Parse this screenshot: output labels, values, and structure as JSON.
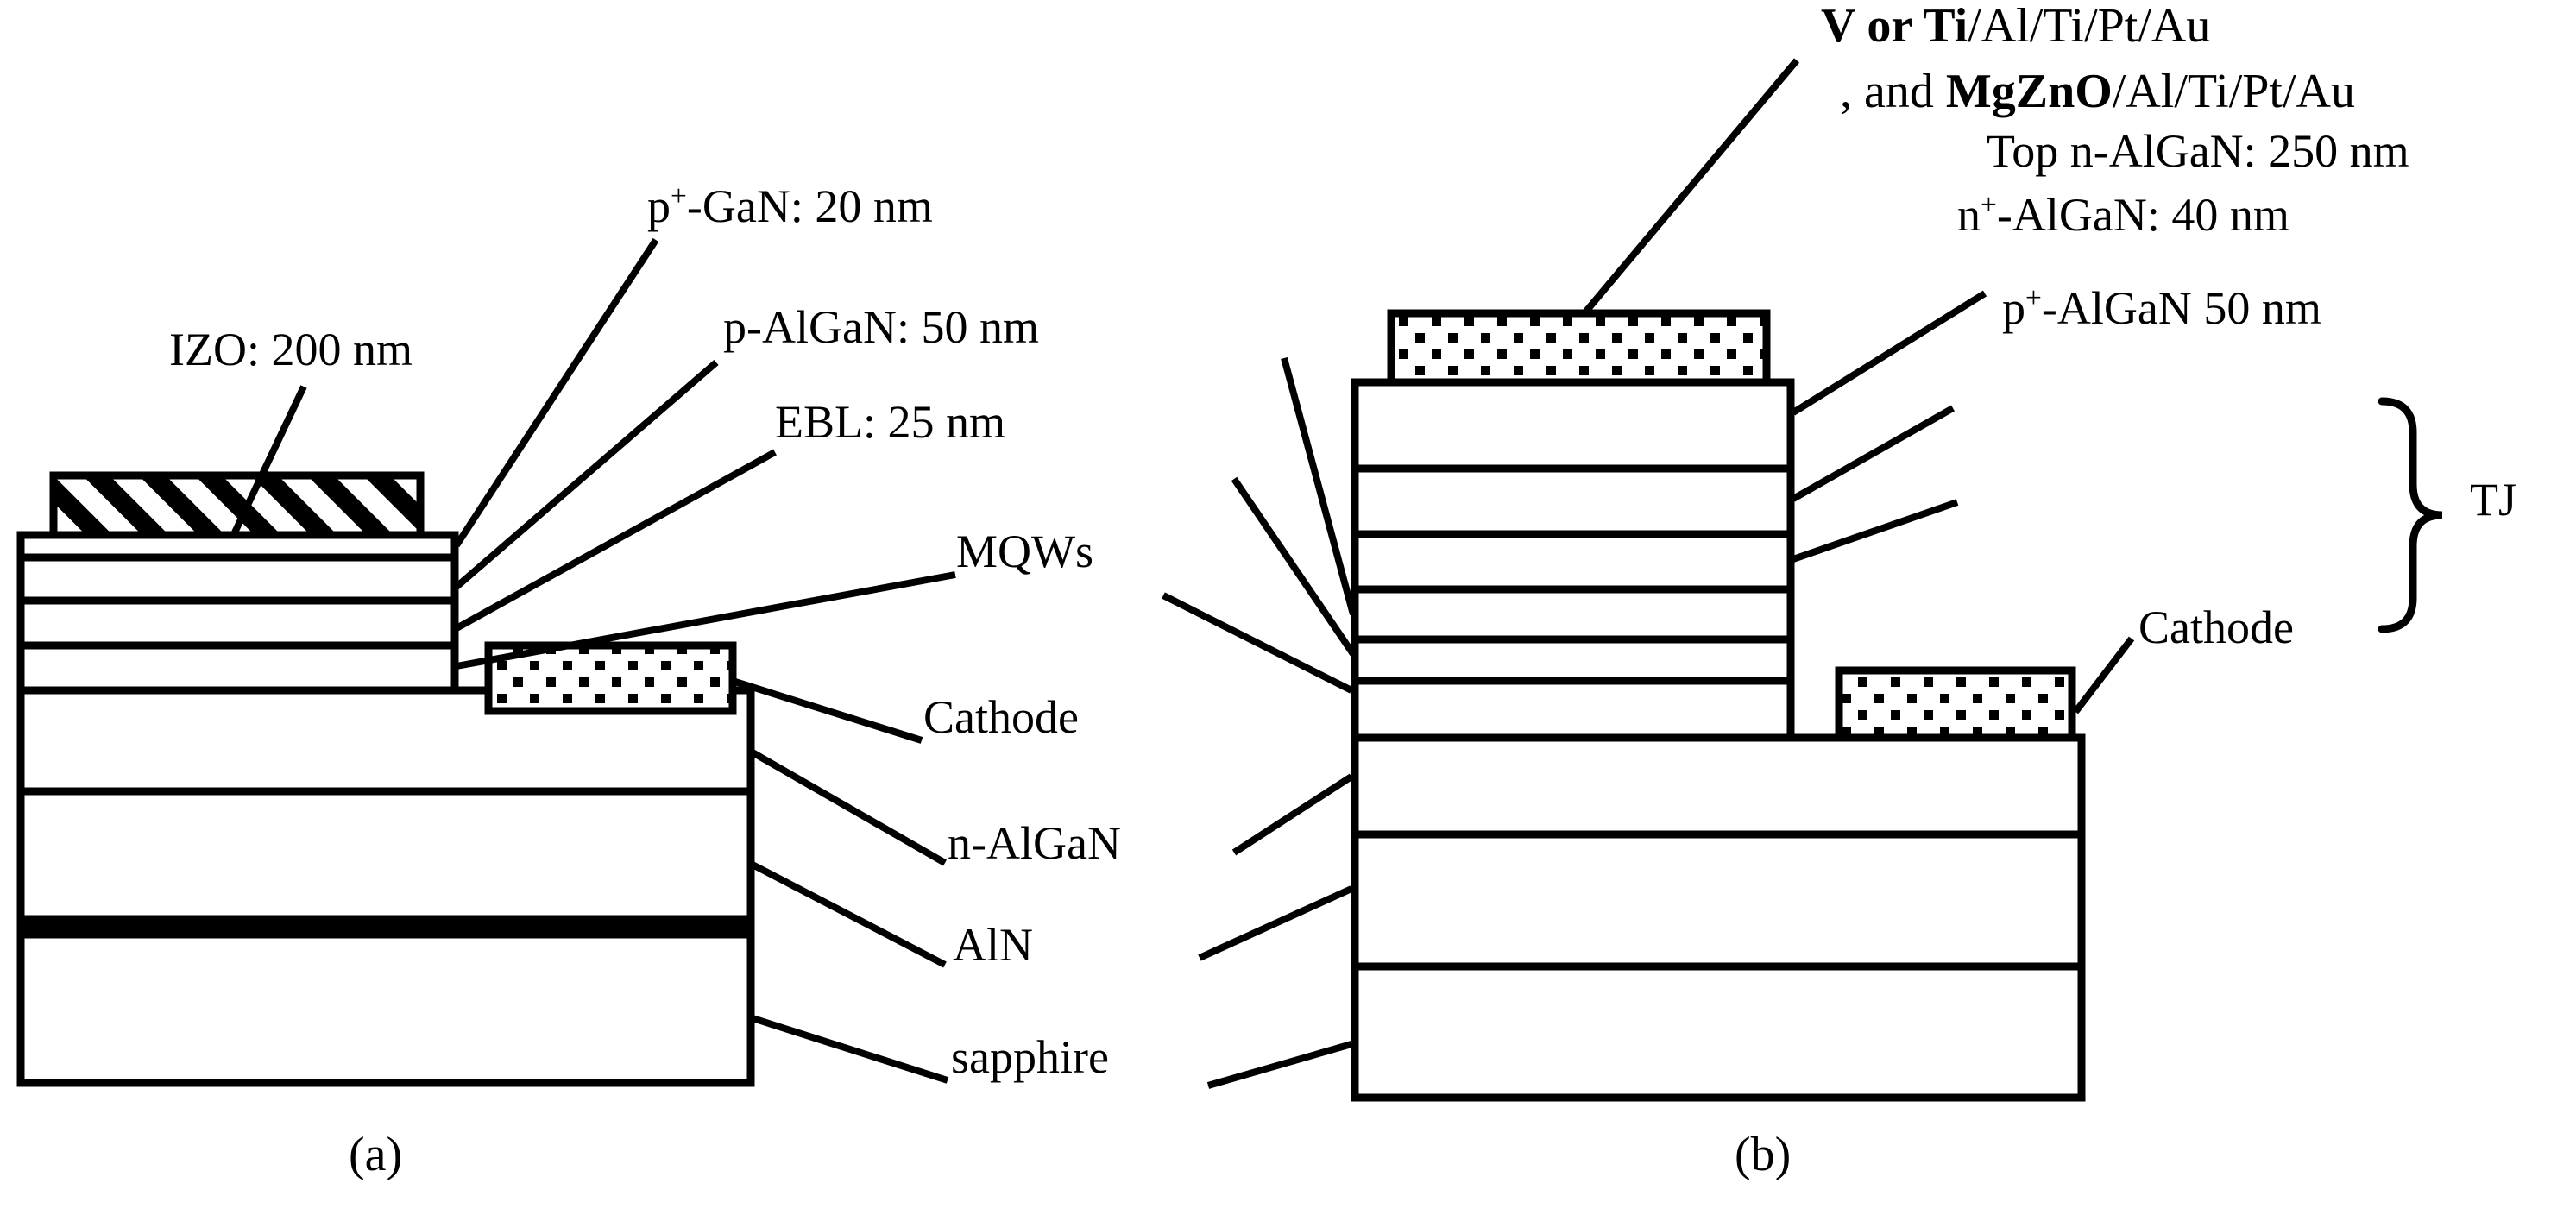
{
  "figure": {
    "caption_a": "(a)",
    "caption_b": "(b)"
  },
  "device_a": {
    "labels": {
      "izo": "IZO: 200 nm",
      "pgan_pre": "p",
      "pgan_sup": "+",
      "pgan_post": "-GaN: 20 nm",
      "palgan": "p-AlGaN: 50 nm",
      "ebl": "EBL: 25 nm",
      "mqws": "MQWs",
      "cathode": "Cathode",
      "nalgan": "n-AlGaN",
      "aln": "AlN",
      "sapphire": "sapphire"
    }
  },
  "device_b": {
    "labels": {
      "anode_line1_bold": "V or Ti",
      "anode_line1_rest": "/Al/Ti/Pt/Au",
      "anode_line2_pre": ", and ",
      "anode_line2_bold": "MgZnO",
      "anode_line2_rest": "/Al/Ti/Pt/Au",
      "top_nalgan": "Top n-AlGaN: 250 nm",
      "n_plus_pre": "n",
      "n_plus_sup": "+",
      "n_plus_post": "-AlGaN:  40 nm",
      "p_plus_pre": "p",
      "p_plus_sup": "+",
      "p_plus_post": "-AlGaN 50 nm",
      "tj": "TJ",
      "cathode": "Cathode"
    }
  },
  "colors": {
    "line": "#000000",
    "fill": "#ffffff"
  }
}
